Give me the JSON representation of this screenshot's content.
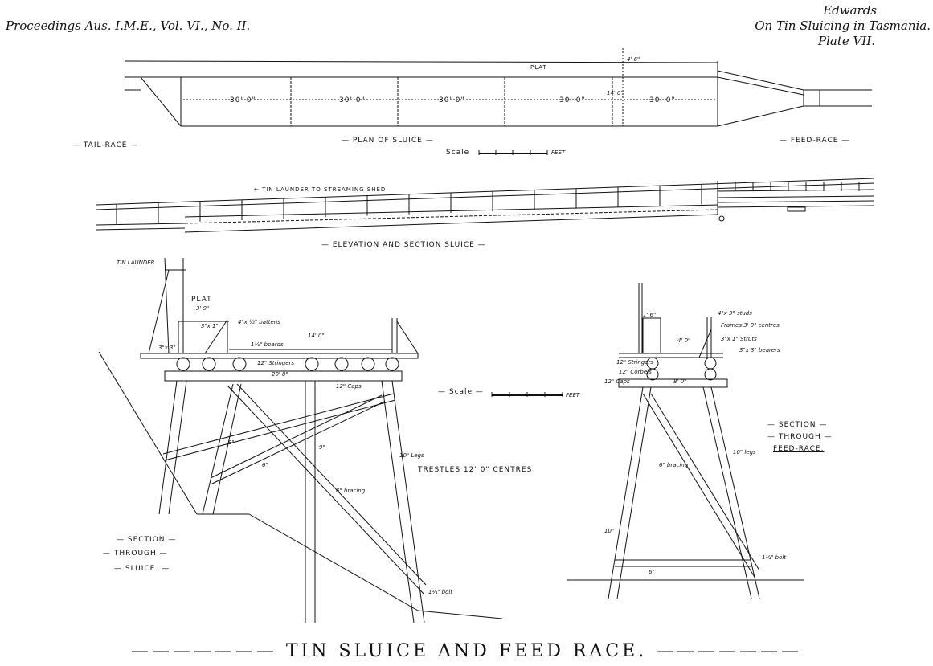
{
  "header": {
    "left": "Proceedings Aus. I.M.E., Vol. VI., No. II.",
    "right_author": "Edwards",
    "right_title": "On Tin Sluicing in Tasmania.",
    "right_plate": "Plate VII."
  },
  "plan": {
    "plat": "PLAT",
    "dims": [
      "30' 0\"",
      "30' 0\"",
      "30' 0\"",
      "30' 0\"",
      "30' 0\""
    ],
    "width_label": "14' 0\"",
    "edge_label": "4' 6\"",
    "tail_race": "— TAIL-RACE —",
    "title": "— PLAN OF SLUICE —",
    "feed_race": "— FEED-RACE —",
    "scale_label": "Scale",
    "scale_feet": "FEET"
  },
  "elevation": {
    "launder": "← TIN LAUNDER TO STREAMING SHED",
    "title": "— ELEVATION AND SECTION SLUICE —"
  },
  "section_sluice": {
    "tin_launder": "TIN LAUNDER",
    "plat": "PLAT",
    "plat_width": "3' 9\"",
    "post": "3\"x 1\"",
    "battens": "4\"x ½\" battens",
    "span": "14' 0\"",
    "three_by_three": "3\"x 3\"",
    "boards": "1½\" boards",
    "stringers": "12\" Stringers",
    "width": "20' 0\"",
    "caps": "12\" Caps",
    "scale": "— Scale —",
    "scale_feet": "FEET",
    "legs": "10\" Legs",
    "trestles": "TRESTLES 12' 0\" CENTRES",
    "bracing": "6\" bracing",
    "d8": "8\"",
    "d9": "9\"",
    "d6": "6\"",
    "bolt": "1¼\" bolt",
    "sec_1": "— SECTION —",
    "sec_2": "— THROUGH —",
    "sec_3": "— SLUICE. —"
  },
  "section_feed": {
    "studs": "4\"x 3\" studs",
    "frames": "Frames 3' 0\" centres",
    "struts": "3\"x 1\" Struts",
    "bearers": "3\"x 3\" bearers",
    "top": "1' 6\"",
    "width": "4' 0\"",
    "stringers": "12\" Stringers",
    "corbels": "12\" Corbels",
    "caps": "12\" Caps",
    "cap_width": "8' 0\"",
    "legs": "10\" legs",
    "bracing": "6\" bracing",
    "d10": "10\"",
    "d6": "6\"",
    "bolt": "1¼\" bolt",
    "sec_1": "— SECTION —",
    "sec_2": "— THROUGH —",
    "sec_3": "FEED-RACE."
  },
  "title": "——————— TIN SLUICE AND FEED RACE. ———————"
}
